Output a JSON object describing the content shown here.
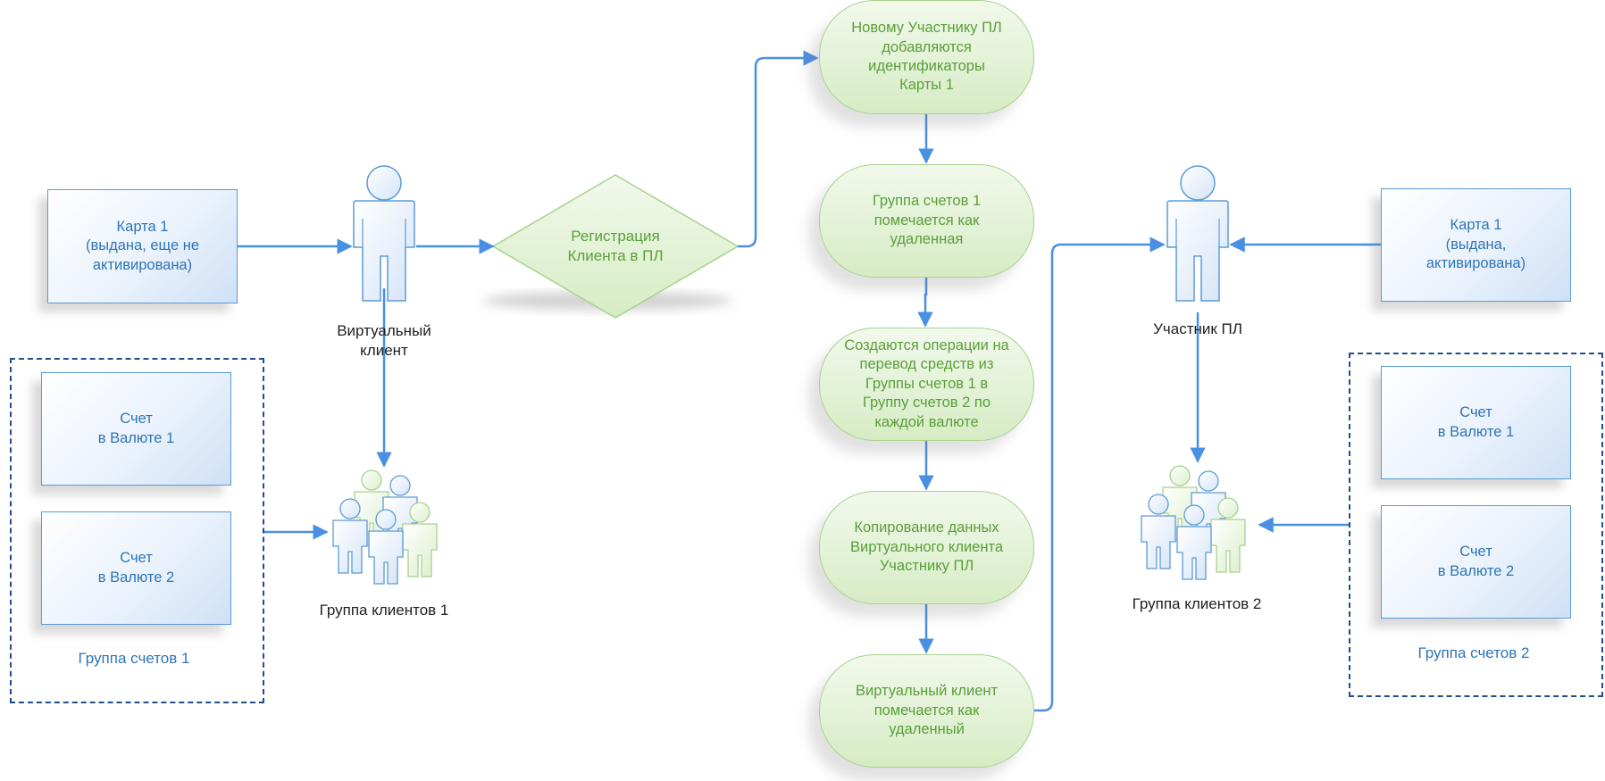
{
  "left": {
    "card1": {
      "text": "Карта 1\n(выдана, еще не\nактивирована)"
    },
    "virtual_client": {
      "label": "Виртуальный\nклиент"
    },
    "account1": {
      "text": "Счет\nв Валюте 1"
    },
    "account2": {
      "text": "Счет\nв Валюте 2"
    },
    "accounts_group": {
      "label": "Группа счетов 1"
    },
    "client_group": {
      "label": "Группа клиентов 1"
    }
  },
  "registration": {
    "text": "Регистрация\nКлиента в ПЛ"
  },
  "flow": {
    "step1": "Новому Участнику ПЛ\nдобавляются\nидентификаторы\nКарты 1",
    "step2": "Группа счетов 1\nпомечается как\nудаленная",
    "step3": "Создаются операции на\nперевод средств из\nГруппы счетов 1 в\nГруппу счетов 2 по\nкаждой валюте",
    "step4": "Копирование данных\nВиртуального клиента\nУчастнику ПЛ",
    "step5": "Виртуальный клиент\nпомечается как\nудаленный"
  },
  "right": {
    "card1": {
      "text": "Карта 1\n(выдана,\nактивирована)"
    },
    "participant": {
      "label": "Участник ПЛ"
    },
    "account1": {
      "text": "Счет\nв Валюте 1"
    },
    "account2": {
      "text": "Счет\nв Валюте 2"
    },
    "accounts_group": {
      "label": "Группа счетов 2"
    },
    "client_group": {
      "label": "Группа клиентов 2"
    }
  },
  "colors": {
    "arrow": "#4a90e2",
    "card_border": "#5b9bd5",
    "card_text": "#2e75b6",
    "pill_border": "#a9d18e",
    "pill_text": "#5a9e3a",
    "dashed_border": "#1f4e8c",
    "person_fill": "#e9f1fb",
    "person_stroke": "#5b9bd5",
    "person_green": "#a9d18e"
  },
  "icons": [
    "person-icon",
    "people-group-icon"
  ]
}
